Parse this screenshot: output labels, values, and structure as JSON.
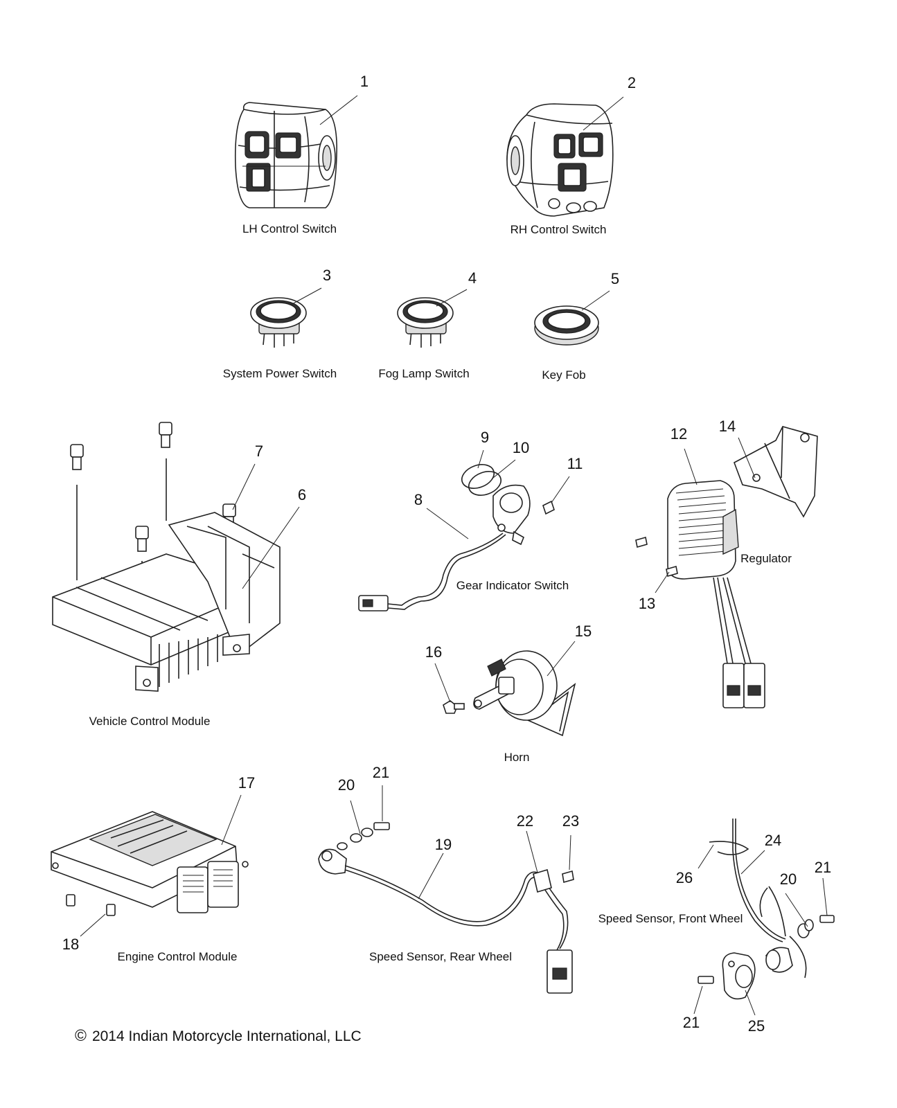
{
  "parts": [
    {
      "name": "lh_control_switch",
      "label": "LH Control Switch",
      "callouts": [
        "1"
      ]
    },
    {
      "name": "rh_control_switch",
      "label": "RH Control Switch",
      "callouts": [
        "2"
      ]
    },
    {
      "name": "system_power_switch",
      "label": "System Power Switch",
      "callouts": [
        "3"
      ]
    },
    {
      "name": "fog_lamp_switch",
      "label": "Fog Lamp Switch",
      "callouts": [
        "4"
      ]
    },
    {
      "name": "key_fob",
      "label": "Key Fob",
      "callouts": [
        "5"
      ]
    },
    {
      "name": "vehicle_control_module",
      "label": "Vehicle Control Module",
      "callouts": [
        "6",
        "7"
      ]
    },
    {
      "name": "gear_indicator_switch",
      "label": "Gear Indicator Switch",
      "callouts": [
        "8",
        "9",
        "10",
        "11"
      ]
    },
    {
      "name": "regulator",
      "label": "Regulator",
      "callouts": [
        "12",
        "13",
        "14"
      ]
    },
    {
      "name": "horn",
      "label": "Horn",
      "callouts": [
        "15",
        "16"
      ]
    },
    {
      "name": "engine_control_module",
      "label": "Engine Control Module",
      "callouts": [
        "17",
        "18"
      ]
    },
    {
      "name": "speed_sensor_rear",
      "label": "Speed Sensor, Rear Wheel",
      "callouts": [
        "19",
        "20",
        "21",
        "22",
        "23"
      ]
    },
    {
      "name": "speed_sensor_front",
      "label": "Speed Sensor, Front Wheel",
      "callouts": [
        "24",
        "25",
        "26",
        "20",
        "21",
        "21"
      ]
    }
  ],
  "copyright": {
    "symbol": "©",
    "text": "2014 Indian Motorcycle International, LLC"
  }
}
